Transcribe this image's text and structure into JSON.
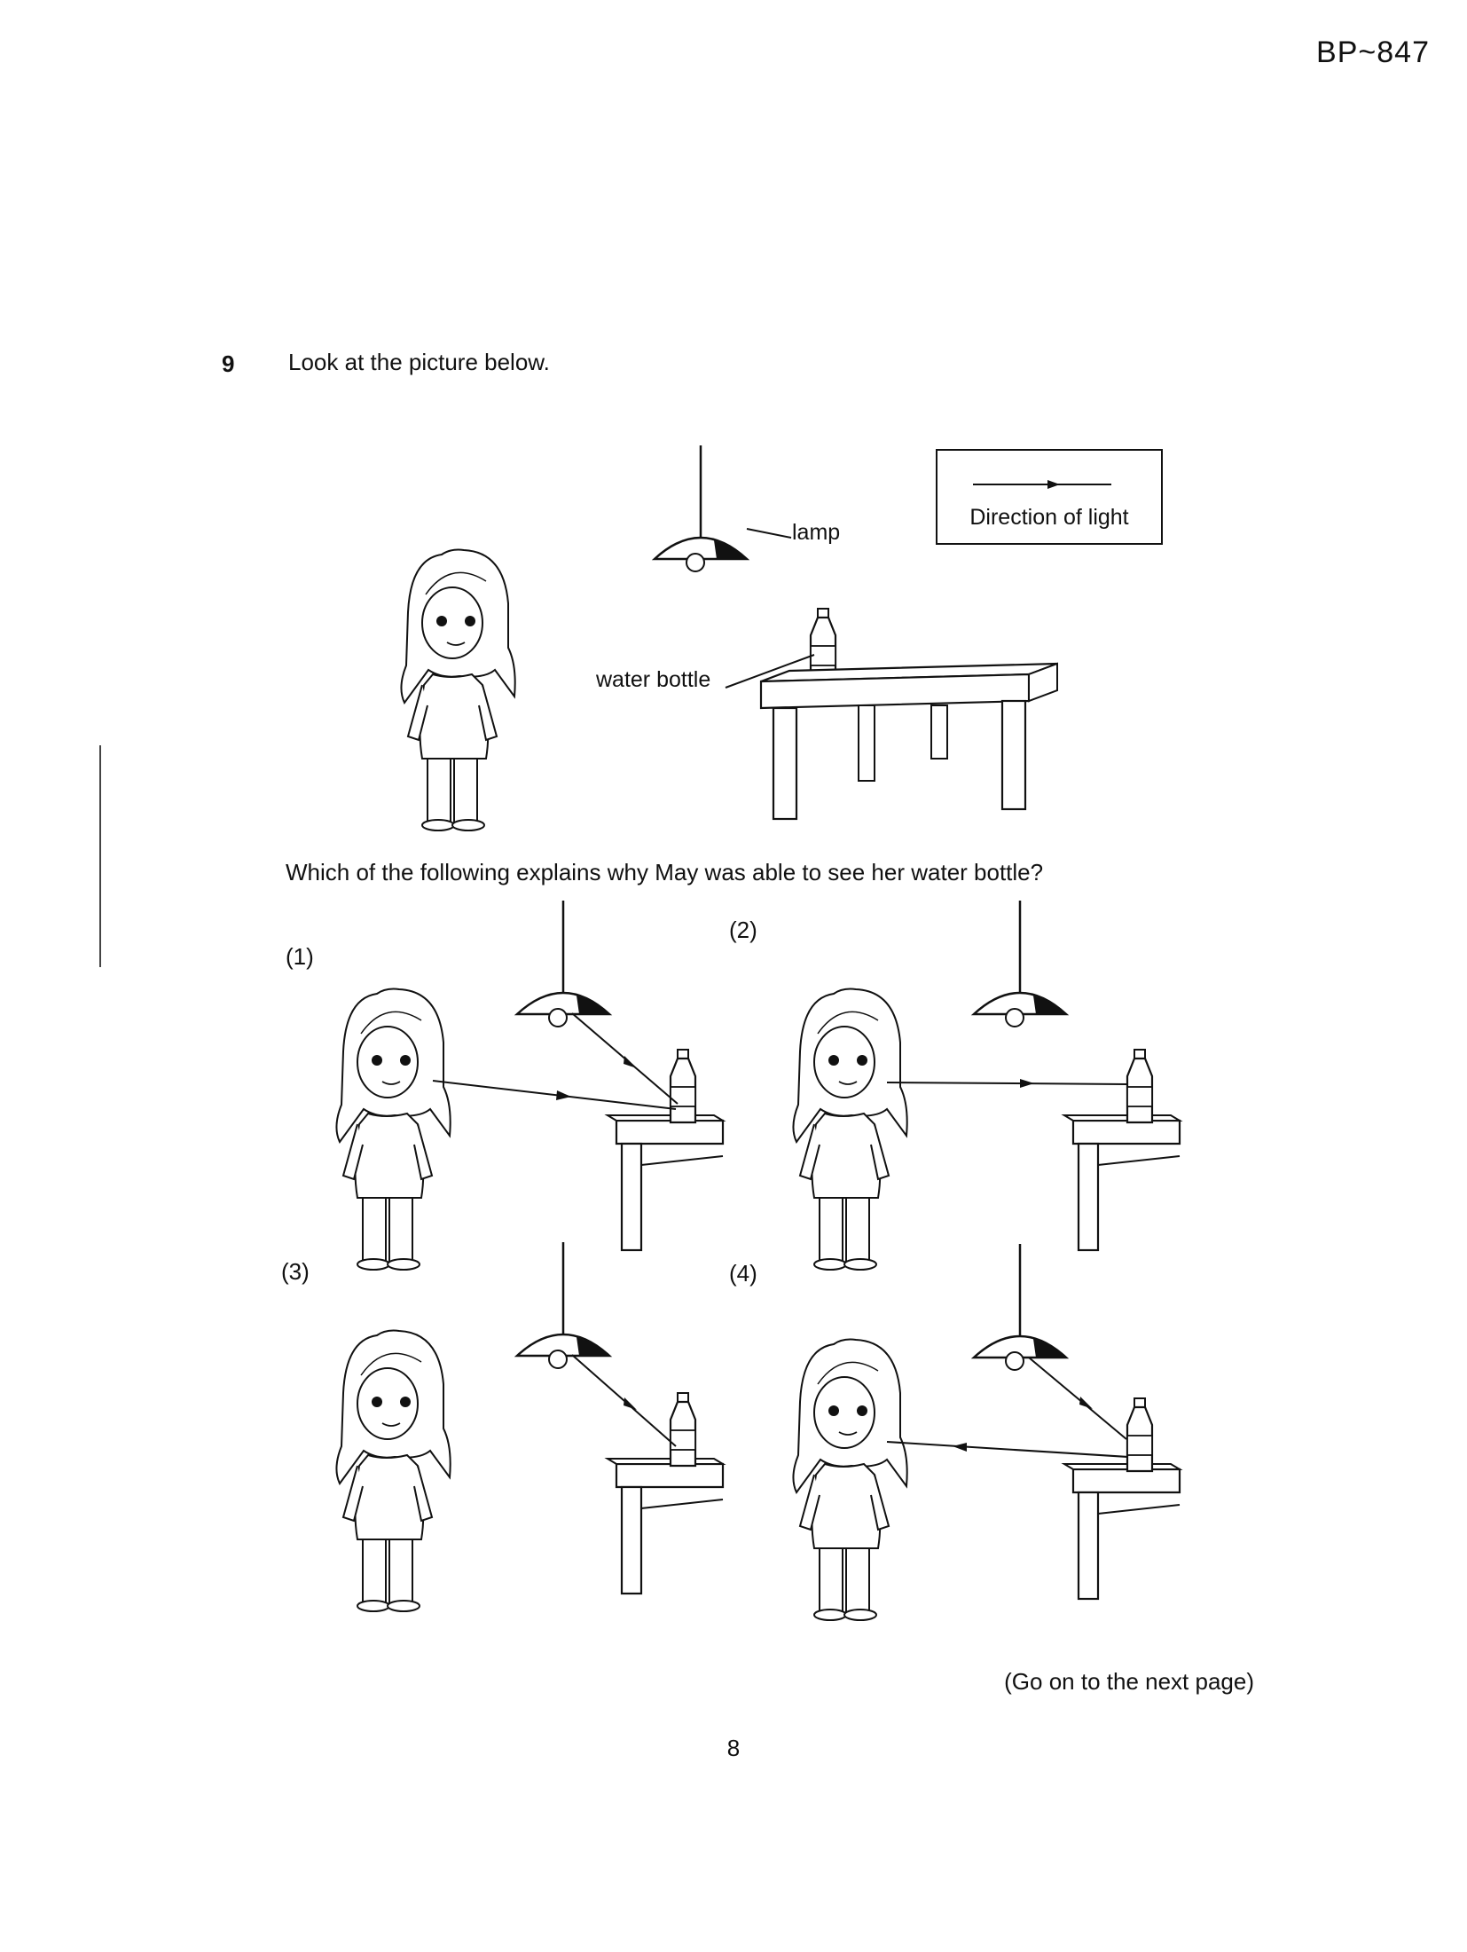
{
  "header": {
    "doc_code": "BP~847"
  },
  "question": {
    "number": "9",
    "instruction": "Look at the picture below.",
    "labels": {
      "lamp": "lamp",
      "water_bottle": "water bottle"
    },
    "legend": {
      "text": "Direction of light"
    },
    "prompt": "Which of the following explains why May was able to see her water bottle?"
  },
  "options": [
    {
      "label": "(1)"
    },
    {
      "label": "(2)"
    },
    {
      "label": "(3)"
    },
    {
      "label": "(4)"
    }
  ],
  "footer": {
    "next": "(Go on to the next page)",
    "page_number": "8"
  }
}
